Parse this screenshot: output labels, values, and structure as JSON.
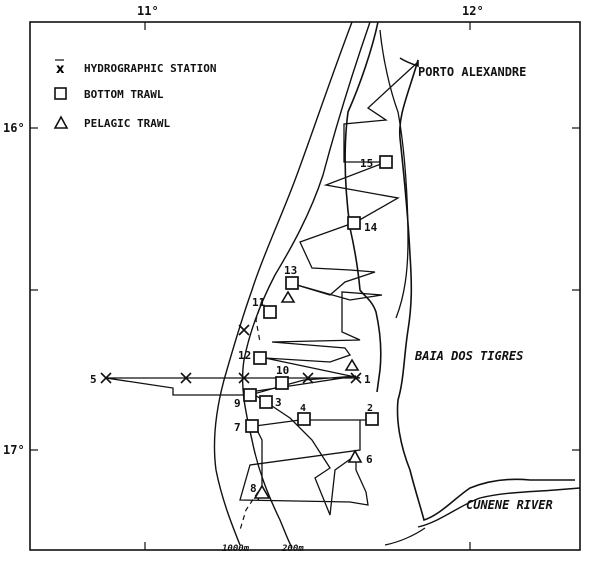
{
  "longitude_labels": [
    "11°",
    "12°"
  ],
  "latitude_labels": [
    "16°",
    "17°"
  ],
  "legend": [
    {
      "symbol": "x",
      "label": "HYDROGRAPHIC STATION"
    },
    {
      "symbol": "square",
      "label": "BOTTOM TRAWL"
    },
    {
      "symbol": "triangle",
      "label": "PELAGIC TRAWL"
    }
  ],
  "places": {
    "porto": "PORTO ALEXANDRE",
    "baia": "BAIA DOS TIGRES",
    "cunene": "CUNENE RIVER"
  },
  "isobaths": {
    "deep": "1000m",
    "shallow": "200m"
  },
  "station_numbers": [
    "1",
    "2",
    "3",
    "4",
    "5",
    "6",
    "7",
    "8",
    "9",
    "10",
    "11",
    "12",
    "13",
    "14",
    "15"
  ]
}
